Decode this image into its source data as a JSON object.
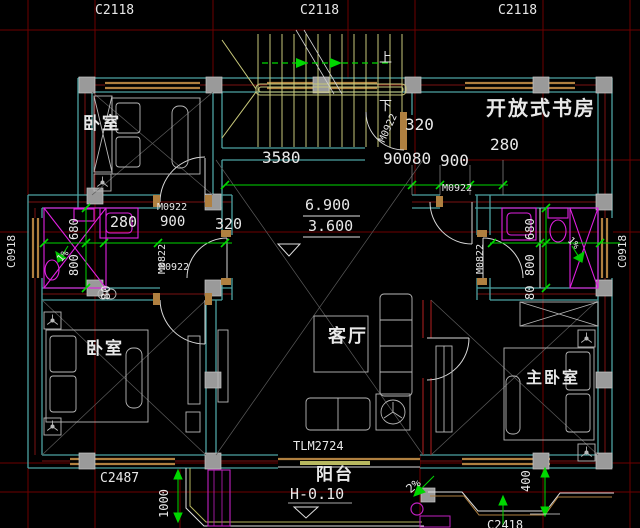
{
  "colors": {
    "background": "#000000",
    "wall": "#4DA2A2",
    "window_frame": "#B08040",
    "fixture": "#E020E0",
    "dimension": "#00D800",
    "grid_axis": "#6E0000",
    "text": "#E8E8E8",
    "stair": "#C8C87A"
  },
  "windows": {
    "t1": "C2118",
    "t2": "C2118",
    "t3": "C2118",
    "left": "C0918",
    "right": "C0918",
    "bottom": "C2487",
    "bay": "C2418"
  },
  "doors": {
    "bed1": "M0922",
    "bed1_width": "900",
    "bath_lower_left": "M0922",
    "bath_side_left": "M0822",
    "stair": "M0922",
    "corridor_right": "M0922",
    "bath_side_right": "M0822"
  },
  "sliding_door": "TLM2724",
  "dims": {
    "stair_span": "3580",
    "span_900_80": "90080",
    "span_900": "900",
    "study_280": "280",
    "stair_320": "320",
    "bath_l_280": "280",
    "bath_l_320": "320",
    "bath_l_800": "800",
    "bath_l_680": "680",
    "bath_l_80": "80",
    "bath_r_680": "680",
    "bath_r_800": "800",
    "bath_r_80": "80",
    "balcony_1000": "1000",
    "bay_400": "400"
  },
  "levels": {
    "upper": "6.900",
    "lower": "3.600",
    "balcony": "H-0.10"
  },
  "rooms": {
    "bedroom1": "卧室",
    "study": "开放式书房",
    "bedroom2": "卧室",
    "living": "客厅",
    "master": "主卧室",
    "balcony": "阳台"
  },
  "stair_dir": {
    "up": "上",
    "down": "下"
  },
  "slopes": {
    "bath_left": "1%",
    "bath_right": "1%",
    "balcony": "2%"
  }
}
